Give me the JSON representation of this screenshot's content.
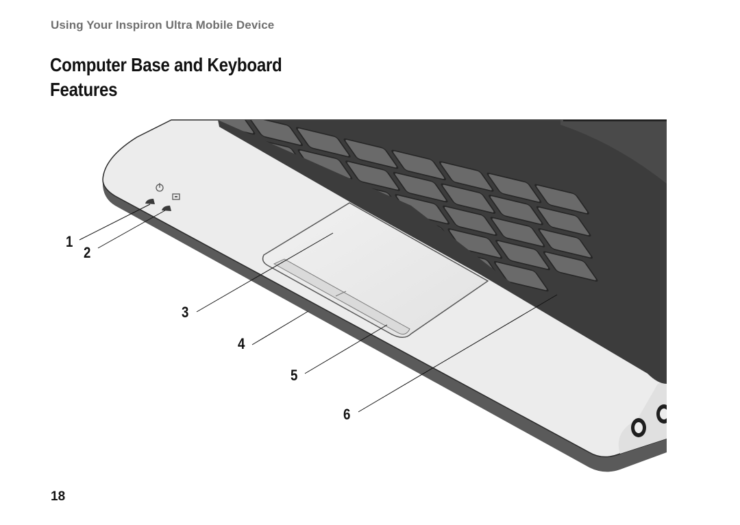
{
  "header": {
    "running_head": "Using Your Inspiron Ultra Mobile Device"
  },
  "title": "Computer Base and Keyboard Features",
  "callouts": [
    "1",
    "2",
    "3",
    "4",
    "5",
    "6"
  ],
  "icons": [
    "power-light-icon",
    "battery-status-light-icon"
  ],
  "footer": {
    "page_number": "18"
  }
}
